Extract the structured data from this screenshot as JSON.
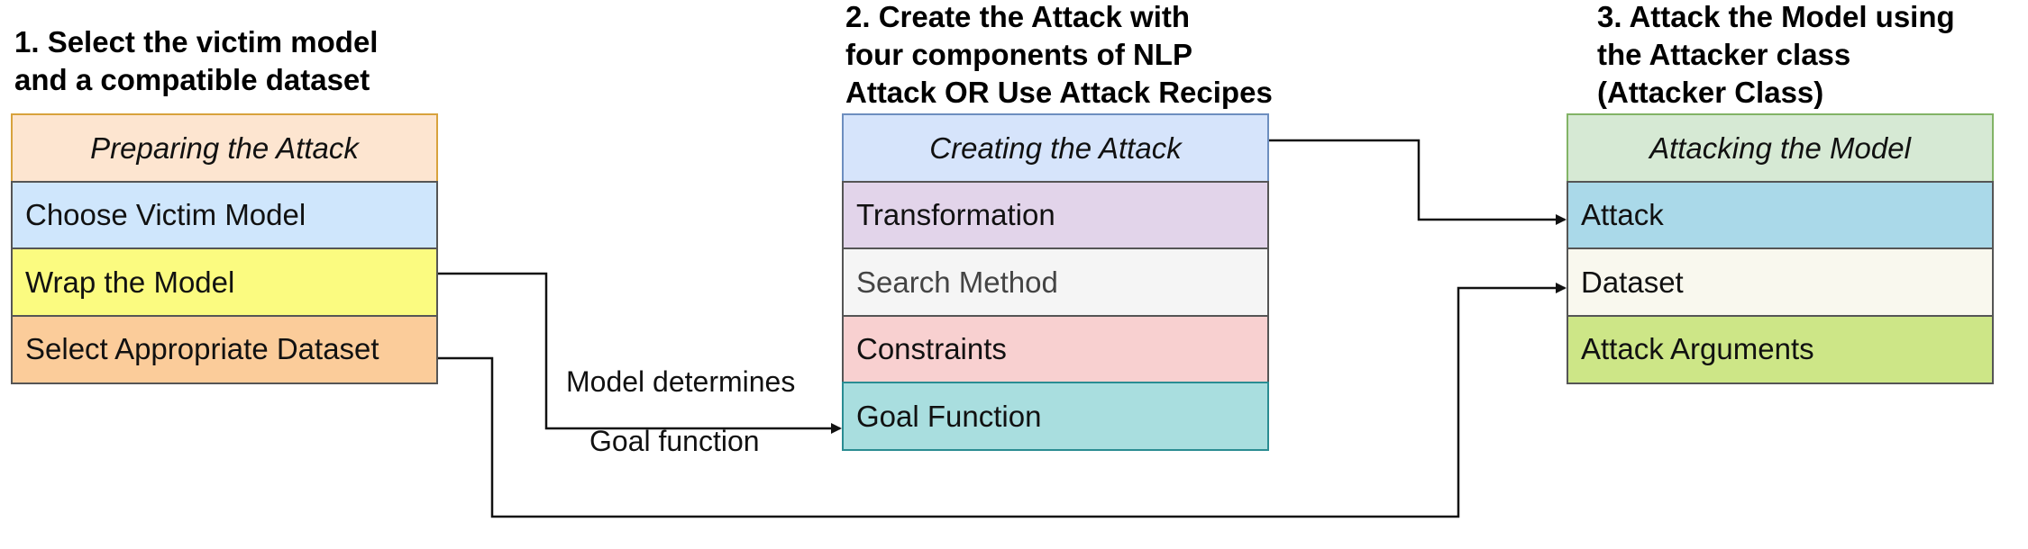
{
  "step1": {
    "heading_lines": [
      "1. Select the victim model",
      "and a compatible dataset"
    ],
    "title": "Preparing the Attack",
    "items": [
      "Choose Victim Model",
      "Wrap the Model",
      "Select Appropriate Dataset"
    ]
  },
  "step2": {
    "heading_lines": [
      "2. Create the Attack with",
      "four components of NLP",
      "Attack OR Use Attack Recipes"
    ],
    "title": "Creating the Attack",
    "items": [
      "Transformation",
      "Search Method",
      "Constraints",
      "Goal Function"
    ]
  },
  "step3": {
    "heading_lines": [
      "3. Attack the Model using",
      "the Attacker class",
      "(Attacker Class)"
    ],
    "title": "Attacking the Model",
    "items": [
      "Attack",
      "Dataset",
      "Attack Arguments"
    ]
  },
  "annotation": {
    "line1": "Model determines",
    "line2": "Goal function"
  },
  "colors": {
    "step1_title": "#fde5d0",
    "step1_title_border": "#d8a23c",
    "victim": "#cfe6fc",
    "wrap": "#fbfb80",
    "dataset_select": "#fbcc9a",
    "step2_title": "#d6e4fb",
    "step2_border": "#6d8ebf",
    "transformation": "#e2d4ea",
    "search": "#f5f5f5",
    "constraints": "#f8d0d0",
    "goal": "#a9dedf",
    "step3_title": "#d6e9d4",
    "step3_border": "#82b366",
    "attack": "#aad9e9",
    "dataset": "#f9f8ee",
    "arguments": "#cde687",
    "wire": "#111111"
  }
}
